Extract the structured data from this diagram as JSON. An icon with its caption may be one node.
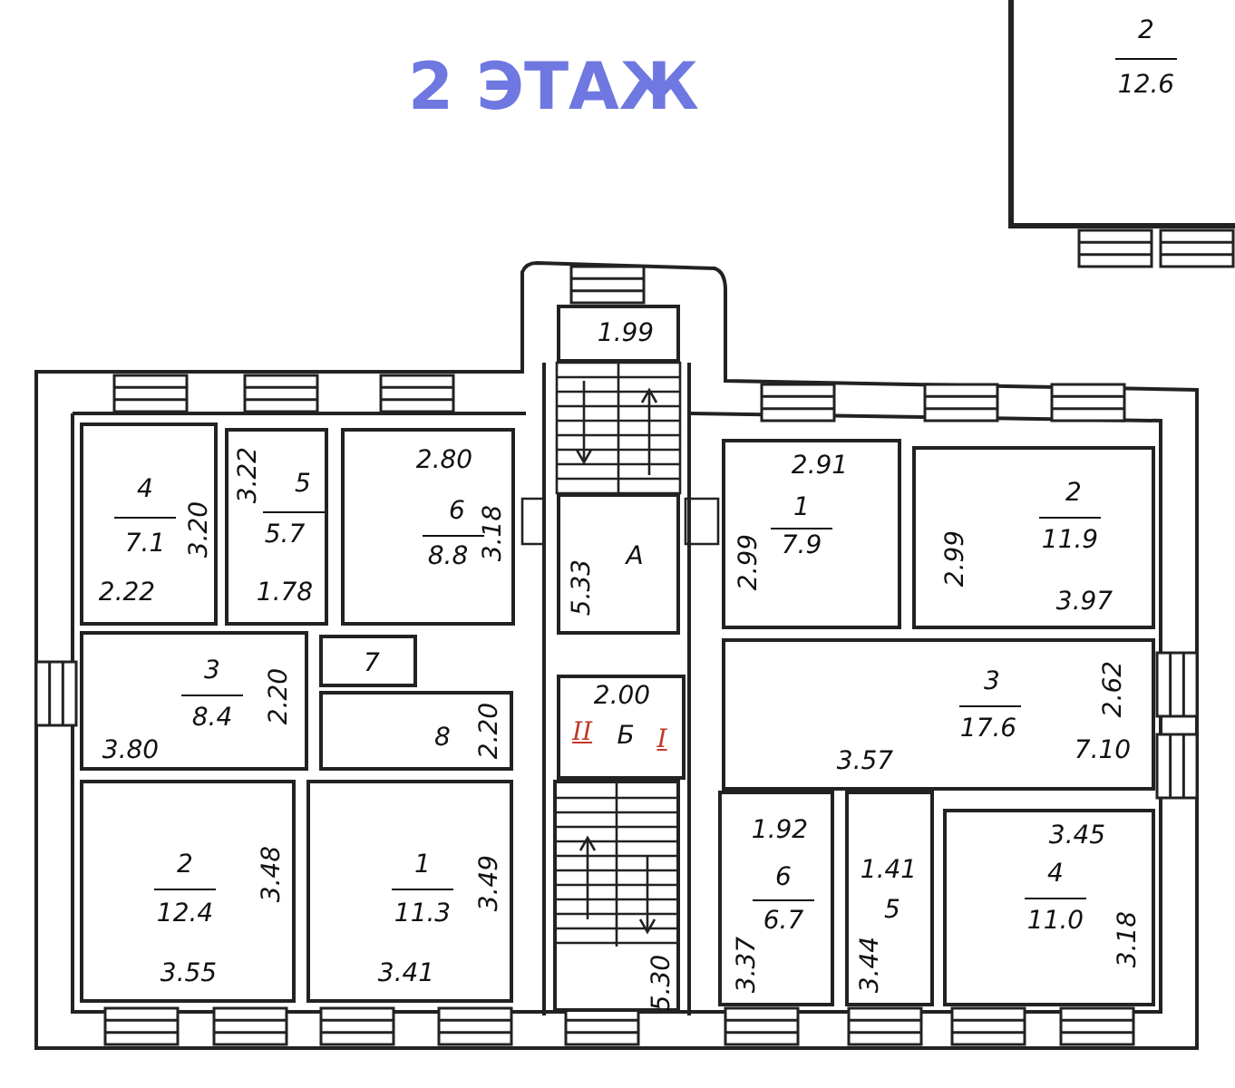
{
  "diagram": {
    "title": "2 ЭТАЖ",
    "nodes": [
      {
        "text": [
          "4",
          "3.20",
          "7.1",
          "2.22"
        ]
      },
      {
        "text": [
          "3.22",
          "5",
          "5.7",
          "1.78"
        ]
      },
      {
        "text": [
          "2.80",
          "6",
          "3.18",
          "8.8"
        ]
      },
      {
        "text": [
          "3",
          "2.20",
          "8.4",
          "3.80"
        ]
      },
      {
        "text": [
          "7"
        ]
      },
      {
        "text": [
          "2.20",
          "8"
        ]
      },
      {
        "text": [
          "2",
          "3.48",
          "12.4",
          "3.55"
        ]
      },
      {
        "text": [
          "1",
          "3.49",
          "11.3",
          "3.41"
        ]
      },
      {
        "text": [
          "1.99"
        ]
      },
      {
        "text": [
          "А",
          "5.33"
        ]
      },
      {
        "text": [
          "2.00",
          "II",
          "Б",
          "I"
        ]
      },
      {
        "text": [
          "5.30"
        ]
      },
      {
        "text": [
          "2.91",
          "1",
          "7.9",
          "2.99"
        ]
      },
      {
        "text": [
          "2",
          "11.9",
          "2.99",
          "3.97"
        ]
      },
      {
        "text": [
          "3",
          "2.62",
          "17.6",
          "7.10",
          "3.57"
        ]
      },
      {
        "text": [
          "1.92",
          "6",
          "6.7",
          "3.37"
        ]
      },
      {
        "text": [
          "1.41",
          "5",
          "3.44"
        ]
      },
      {
        "text": [
          "3.45",
          "4",
          "11.0",
          "3.18"
        ]
      },
      {
        "text": [
          "2",
          "12.6"
        ]
      }
    ]
  }
}
